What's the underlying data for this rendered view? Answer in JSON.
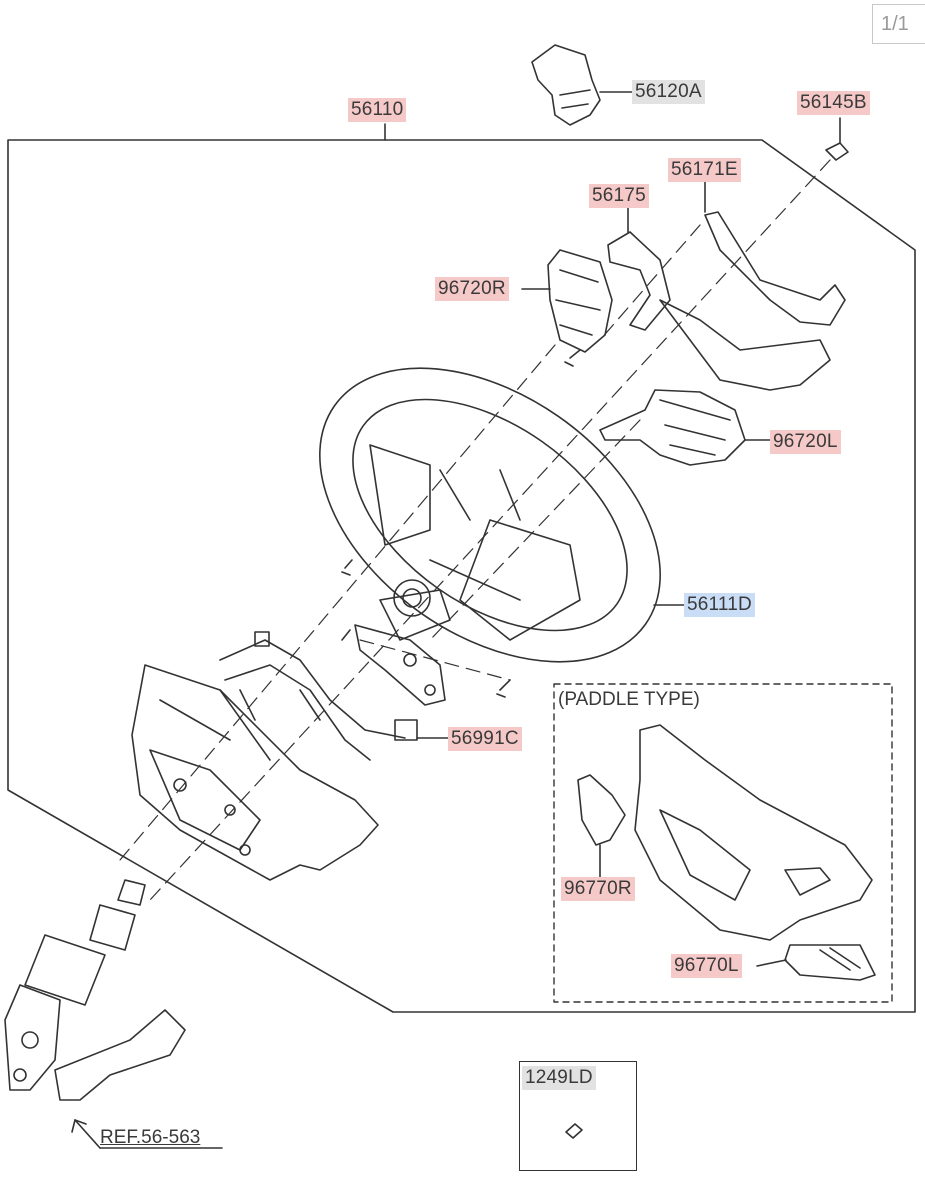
{
  "page_indicator": "1/1",
  "parts": {
    "p56110": "56110",
    "p56120A": "56120A",
    "p56145B": "56145B",
    "p56171E": "56171E",
    "p56175": "56175",
    "p96720R": "96720R",
    "p96720L": "96720L",
    "p56111D": "56111D",
    "p56991C": "56991C",
    "p96770R": "96770R",
    "p96770L": "96770L",
    "p1249LD": "1249LD"
  },
  "paddle_type_label": "(PADDLE TYPE)",
  "reference_label": "REF.56-563",
  "colors": {
    "highlight_red": "#f6c9c9",
    "highlight_gray": "#e2e2e2",
    "highlight_blue": "#c9def6",
    "line": "#333333"
  }
}
